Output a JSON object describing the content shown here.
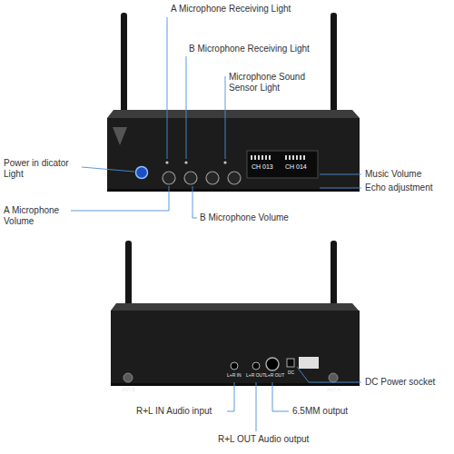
{
  "diagram": {
    "labels": [
      "A Microphone Receiving Light",
      "B Microphone Receiving Light",
      "Microphone Sound Sensor Light",
      "Power in dicator Light",
      "A Microphone Volume",
      "B Microphone Volume",
      "Music Volume",
      "Echo adjustment",
      "CH 013",
      "CH 014",
      "ANT-B",
      "L+R IN",
      "L+R OUT",
      "L+R OUT",
      "DC",
      "ANT-A",
      "R+L IN Audio input",
      "R+L OUT Audio output",
      "6.5MM output",
      "DC Power socket"
    ]
  }
}
